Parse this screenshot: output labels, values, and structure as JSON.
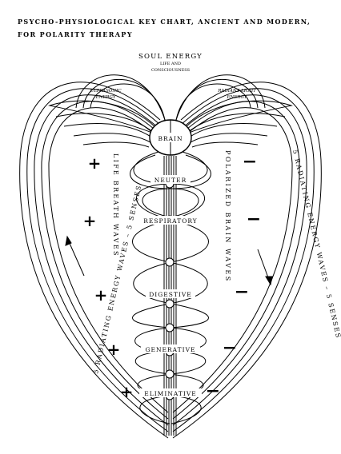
{
  "title": {
    "line1": "PSYCHO-PHYSIOLOGICAL KEY CHART, ANCIENT AND MODERN,",
    "line2": "FOR POLARITY THERAPY"
  },
  "top": {
    "soul_energy": "SOUL ENERGY",
    "life_consciousness_1": "LIFE AND",
    "life_consciousness_2": "CONSCIOUSNESS"
  },
  "wings": {
    "left_1": "ULTRASONIC",
    "left_2": "ENERGY",
    "right_1": "RADIANT LIGHT",
    "right_2": "ENERGY"
  },
  "centers": {
    "brain": "BRAIN",
    "neuter": "NEUTER",
    "respiratory": "RESPIRATORY",
    "digestive": "DIGESTIVE",
    "generative": "GENERATIVE",
    "eliminative": "ELIMINATIVE"
  },
  "vertical_labels": {
    "life_breath": "LIFE BREATH WAVES",
    "polarized_brain": "POLARIZED BRAIN WAVES",
    "left_outer": "5 RADIATING ENERGY WAVES – 5 SENSES",
    "right_outer": "5 RADIATING ENERGY WAVES – 5 SENSES"
  },
  "signs": {
    "plus": "+",
    "minus": "−"
  }
}
